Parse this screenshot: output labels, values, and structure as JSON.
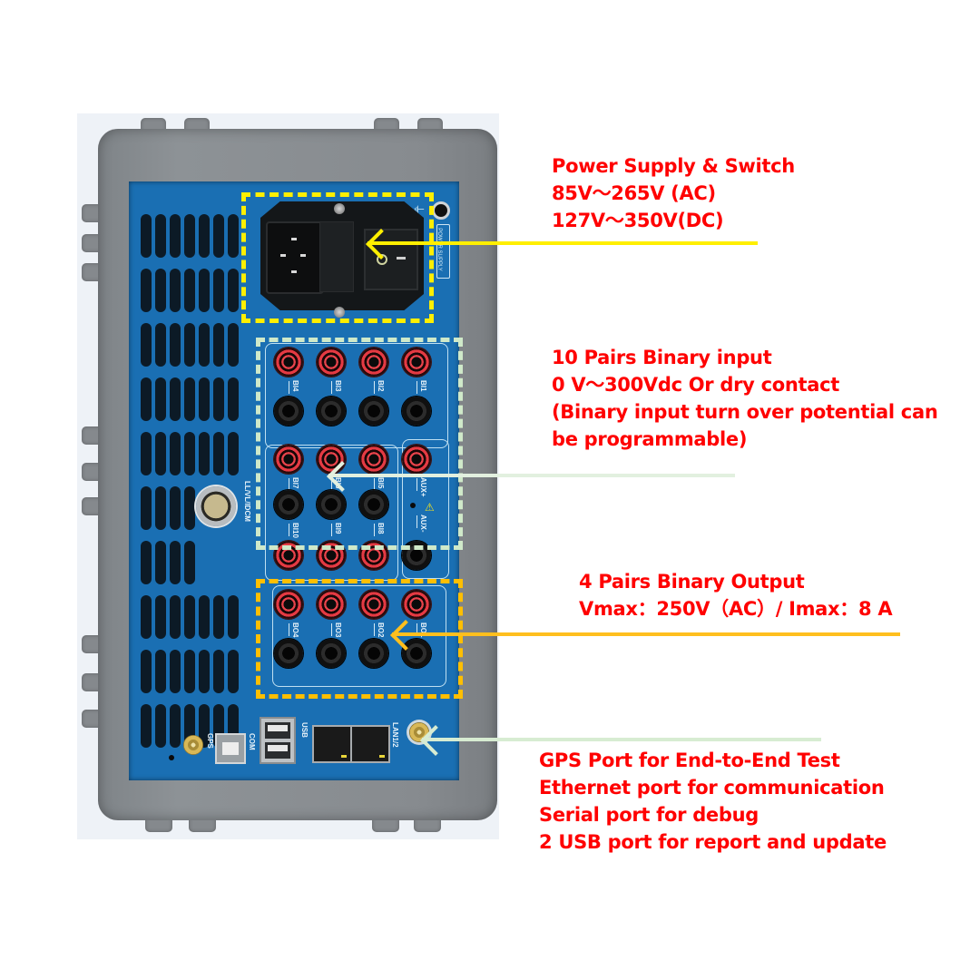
{
  "colors": {
    "callout_text": "#ff0000",
    "power_highlight": "#ffef00",
    "binary_input_highlight": "#cfe9c9",
    "binary_output_highlight": "#ffbf00",
    "gps_arrow": "#d7ecd2",
    "panel_blue": "#1a6fb3",
    "housing_gray": "#878b8f"
  },
  "callouts": {
    "power": {
      "lines": [
        "Power Supply & Switch",
        "85V～265V (AC)",
        "127V～350V(DC)"
      ]
    },
    "binary_input": {
      "lines": [
        "10 Pairs Binary input",
        "0 V～300Vdc Or dry contact",
        "(Binary input turn over potential can",
        "be programmable)"
      ]
    },
    "binary_output": {
      "lines": [
        "4 Pairs Binary Output",
        "Vmax：250V（AC）/ Imax：8 A"
      ]
    },
    "ports": {
      "lines": [
        "GPS Port for End-to-End Test",
        "Ethernet port for communication",
        "Serial port for debug",
        "2 USB port for report and update"
      ]
    }
  },
  "device": {
    "power_panel_label": "POWER SUPPLY",
    "ground_symbol": "⏚",
    "binary_inputs": {
      "row1": [
        "BI4",
        "BI3",
        "BI2",
        "BI1"
      ],
      "row2": [
        "BI7",
        "BI6",
        "BI5"
      ],
      "row3": [
        "BI10",
        "BI9",
        "BI8"
      ],
      "aux": [
        "AUX+",
        "AUX-"
      ],
      "warning_icon": "⚠"
    },
    "binary_outputs": [
      "BO4",
      "BO3",
      "BO2",
      "BO1"
    ],
    "lemo_label": "LL/VL/IDCM",
    "ports": {
      "gps": "GPS",
      "com": "COM",
      "usb": "USB",
      "lan": "LAN1/2"
    }
  }
}
